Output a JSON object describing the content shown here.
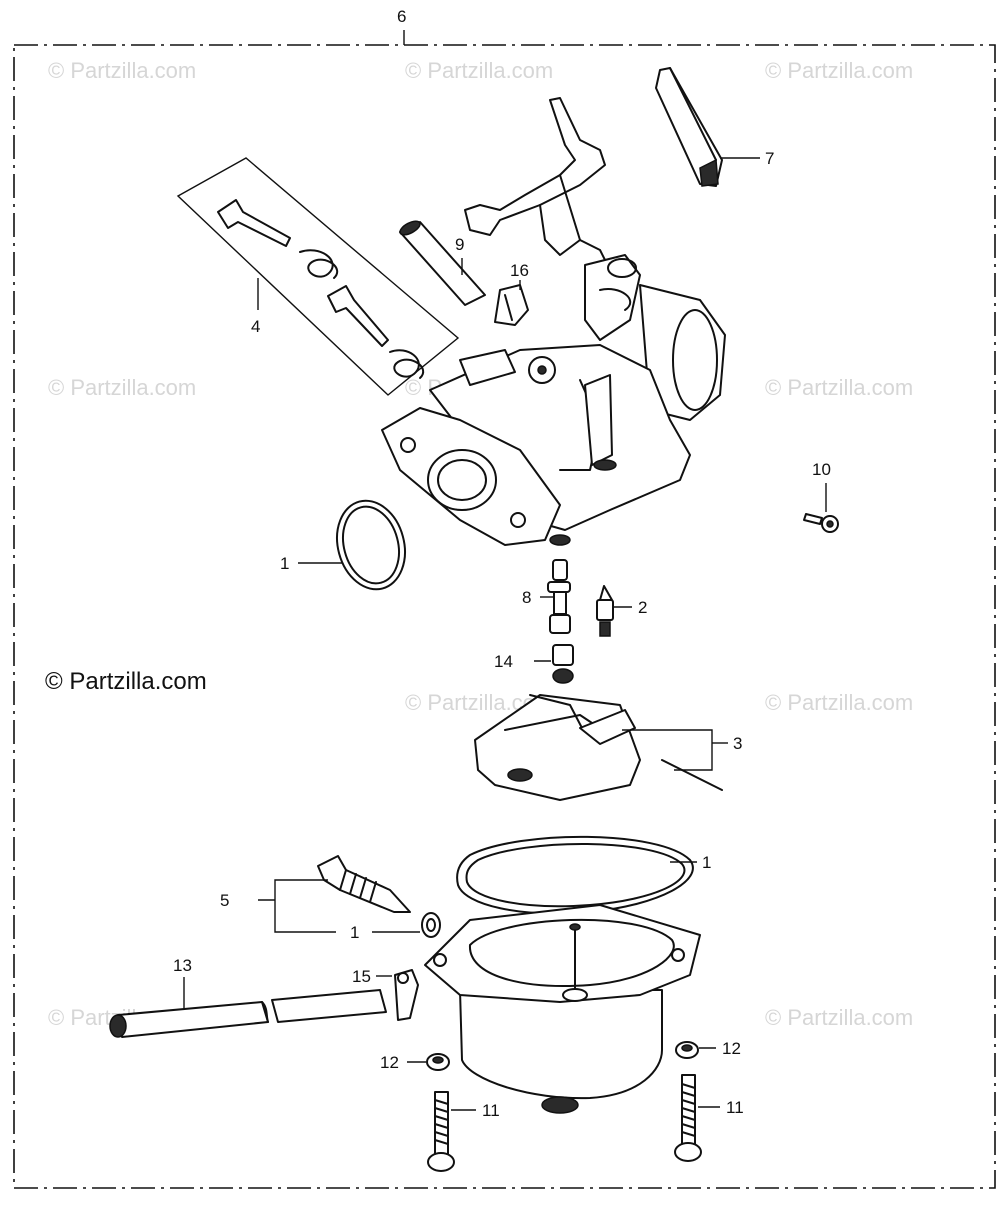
{
  "diagram": {
    "callouts": [
      "6",
      "7",
      "9",
      "16",
      "4",
      "10",
      "1",
      "8",
      "2",
      "14",
      "3",
      "1",
      "5",
      "1",
      "13",
      "15",
      "12",
      "12",
      "11",
      "11"
    ],
    "credit": "© Partzilla.com",
    "watermark": "© Partzilla.com"
  },
  "colors": {
    "ink": "#111111",
    "watermark": "#d6d6d6",
    "background": "#ffffff"
  }
}
